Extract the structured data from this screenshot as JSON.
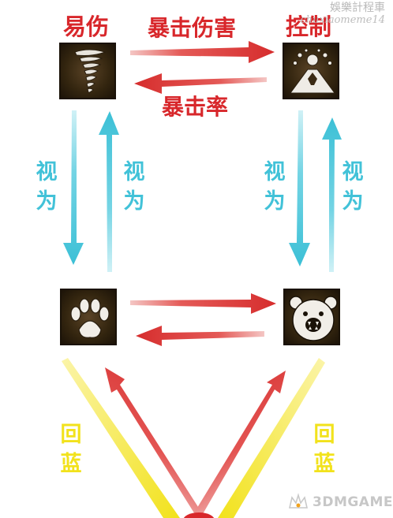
{
  "nodes": {
    "top_left_label": "易伤",
    "top_right_label": "控制"
  },
  "edges": {
    "crit_damage": "暴击伤害",
    "crit_rate": "暴击率",
    "left_seen_as_down": "视为",
    "left_seen_as_up": "视为",
    "right_seen_as_down": "视为",
    "right_seen_as_up": "视为",
    "left_mana": "回蓝",
    "right_mana": "回蓝"
  },
  "icons": {
    "top_left": "tornado-icon",
    "top_right": "volcano-icon",
    "bottom_left": "paw-icon",
    "bottom_right": "bear-icon"
  },
  "colors": {
    "red": "#d8272b",
    "cyan": "#42c2d8",
    "yellow": "#f2e21c"
  },
  "watermark": {
    "line1": "娛樂計程車",
    "line2": "chuxiaomeme14"
  },
  "logo": {
    "text": "3DMGAME"
  }
}
